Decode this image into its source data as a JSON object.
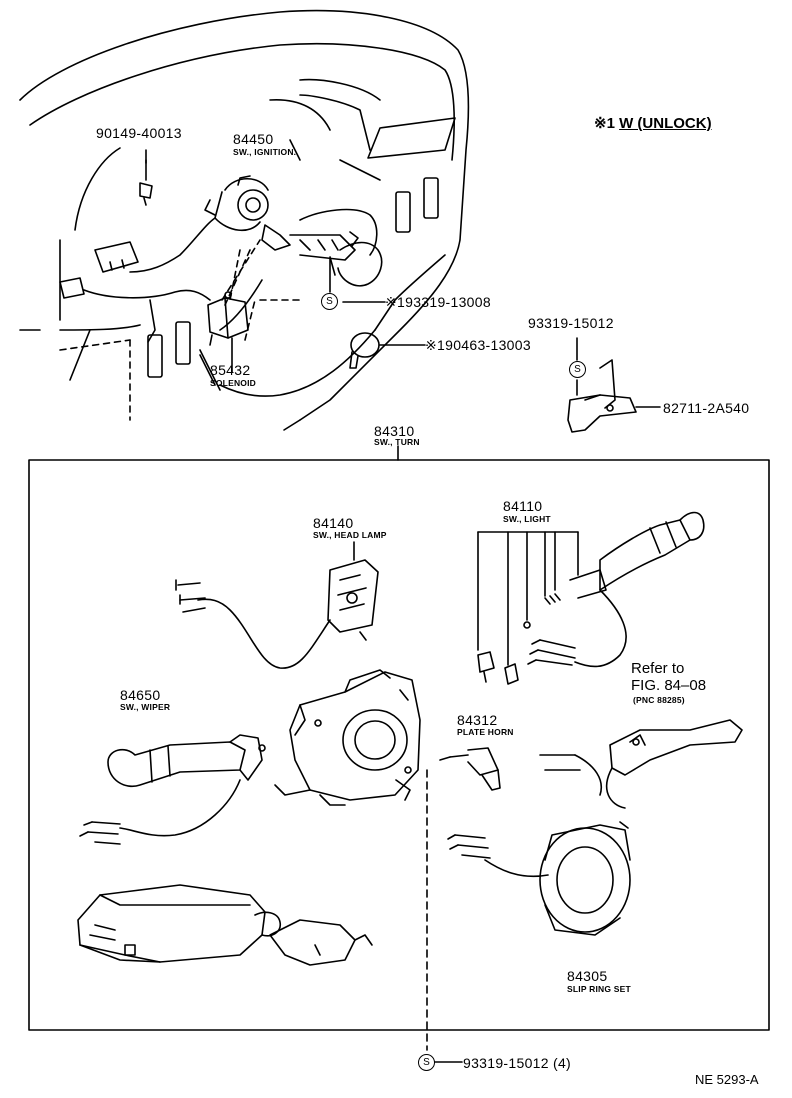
{
  "note": {
    "symbol": "※1",
    "text": "W (UNLOCK)"
  },
  "callouts": {
    "p90149": {
      "number": "90149-40013"
    },
    "p84450": {
      "number": "84450",
      "name": "SW., IGNITION."
    },
    "p193319": {
      "symbol": "S",
      "number": "※193319-13008"
    },
    "p190463": {
      "number": "※190463-13003"
    },
    "p85432": {
      "number": "85432",
      "name": "SOLENOID"
    },
    "p93319a": {
      "symbol": "S",
      "number": "93319-15012"
    },
    "p82711": {
      "number": "82711-2A540"
    },
    "p84310": {
      "number": "84310",
      "name": "SW., TURN"
    },
    "p84140": {
      "number": "84140",
      "name": "SW., HEAD LAMP"
    },
    "p84110": {
      "number": "84110",
      "name": "SW., LIGHT"
    },
    "p84650": {
      "number": "84650",
      "name": "SW., WIPER"
    },
    "p84312": {
      "number": "84312",
      "name": "PLATE HORN"
    },
    "refer": {
      "line1": "Refer to",
      "line2": "FIG. 84–08",
      "line3": "(PNC 88285)"
    },
    "p84305": {
      "number": "84305",
      "name": "SLIP RING SET"
    },
    "p93319b": {
      "symbol": "S",
      "number": "93319-15012 (4)"
    }
  },
  "figure_code": "NE 5293-A"
}
